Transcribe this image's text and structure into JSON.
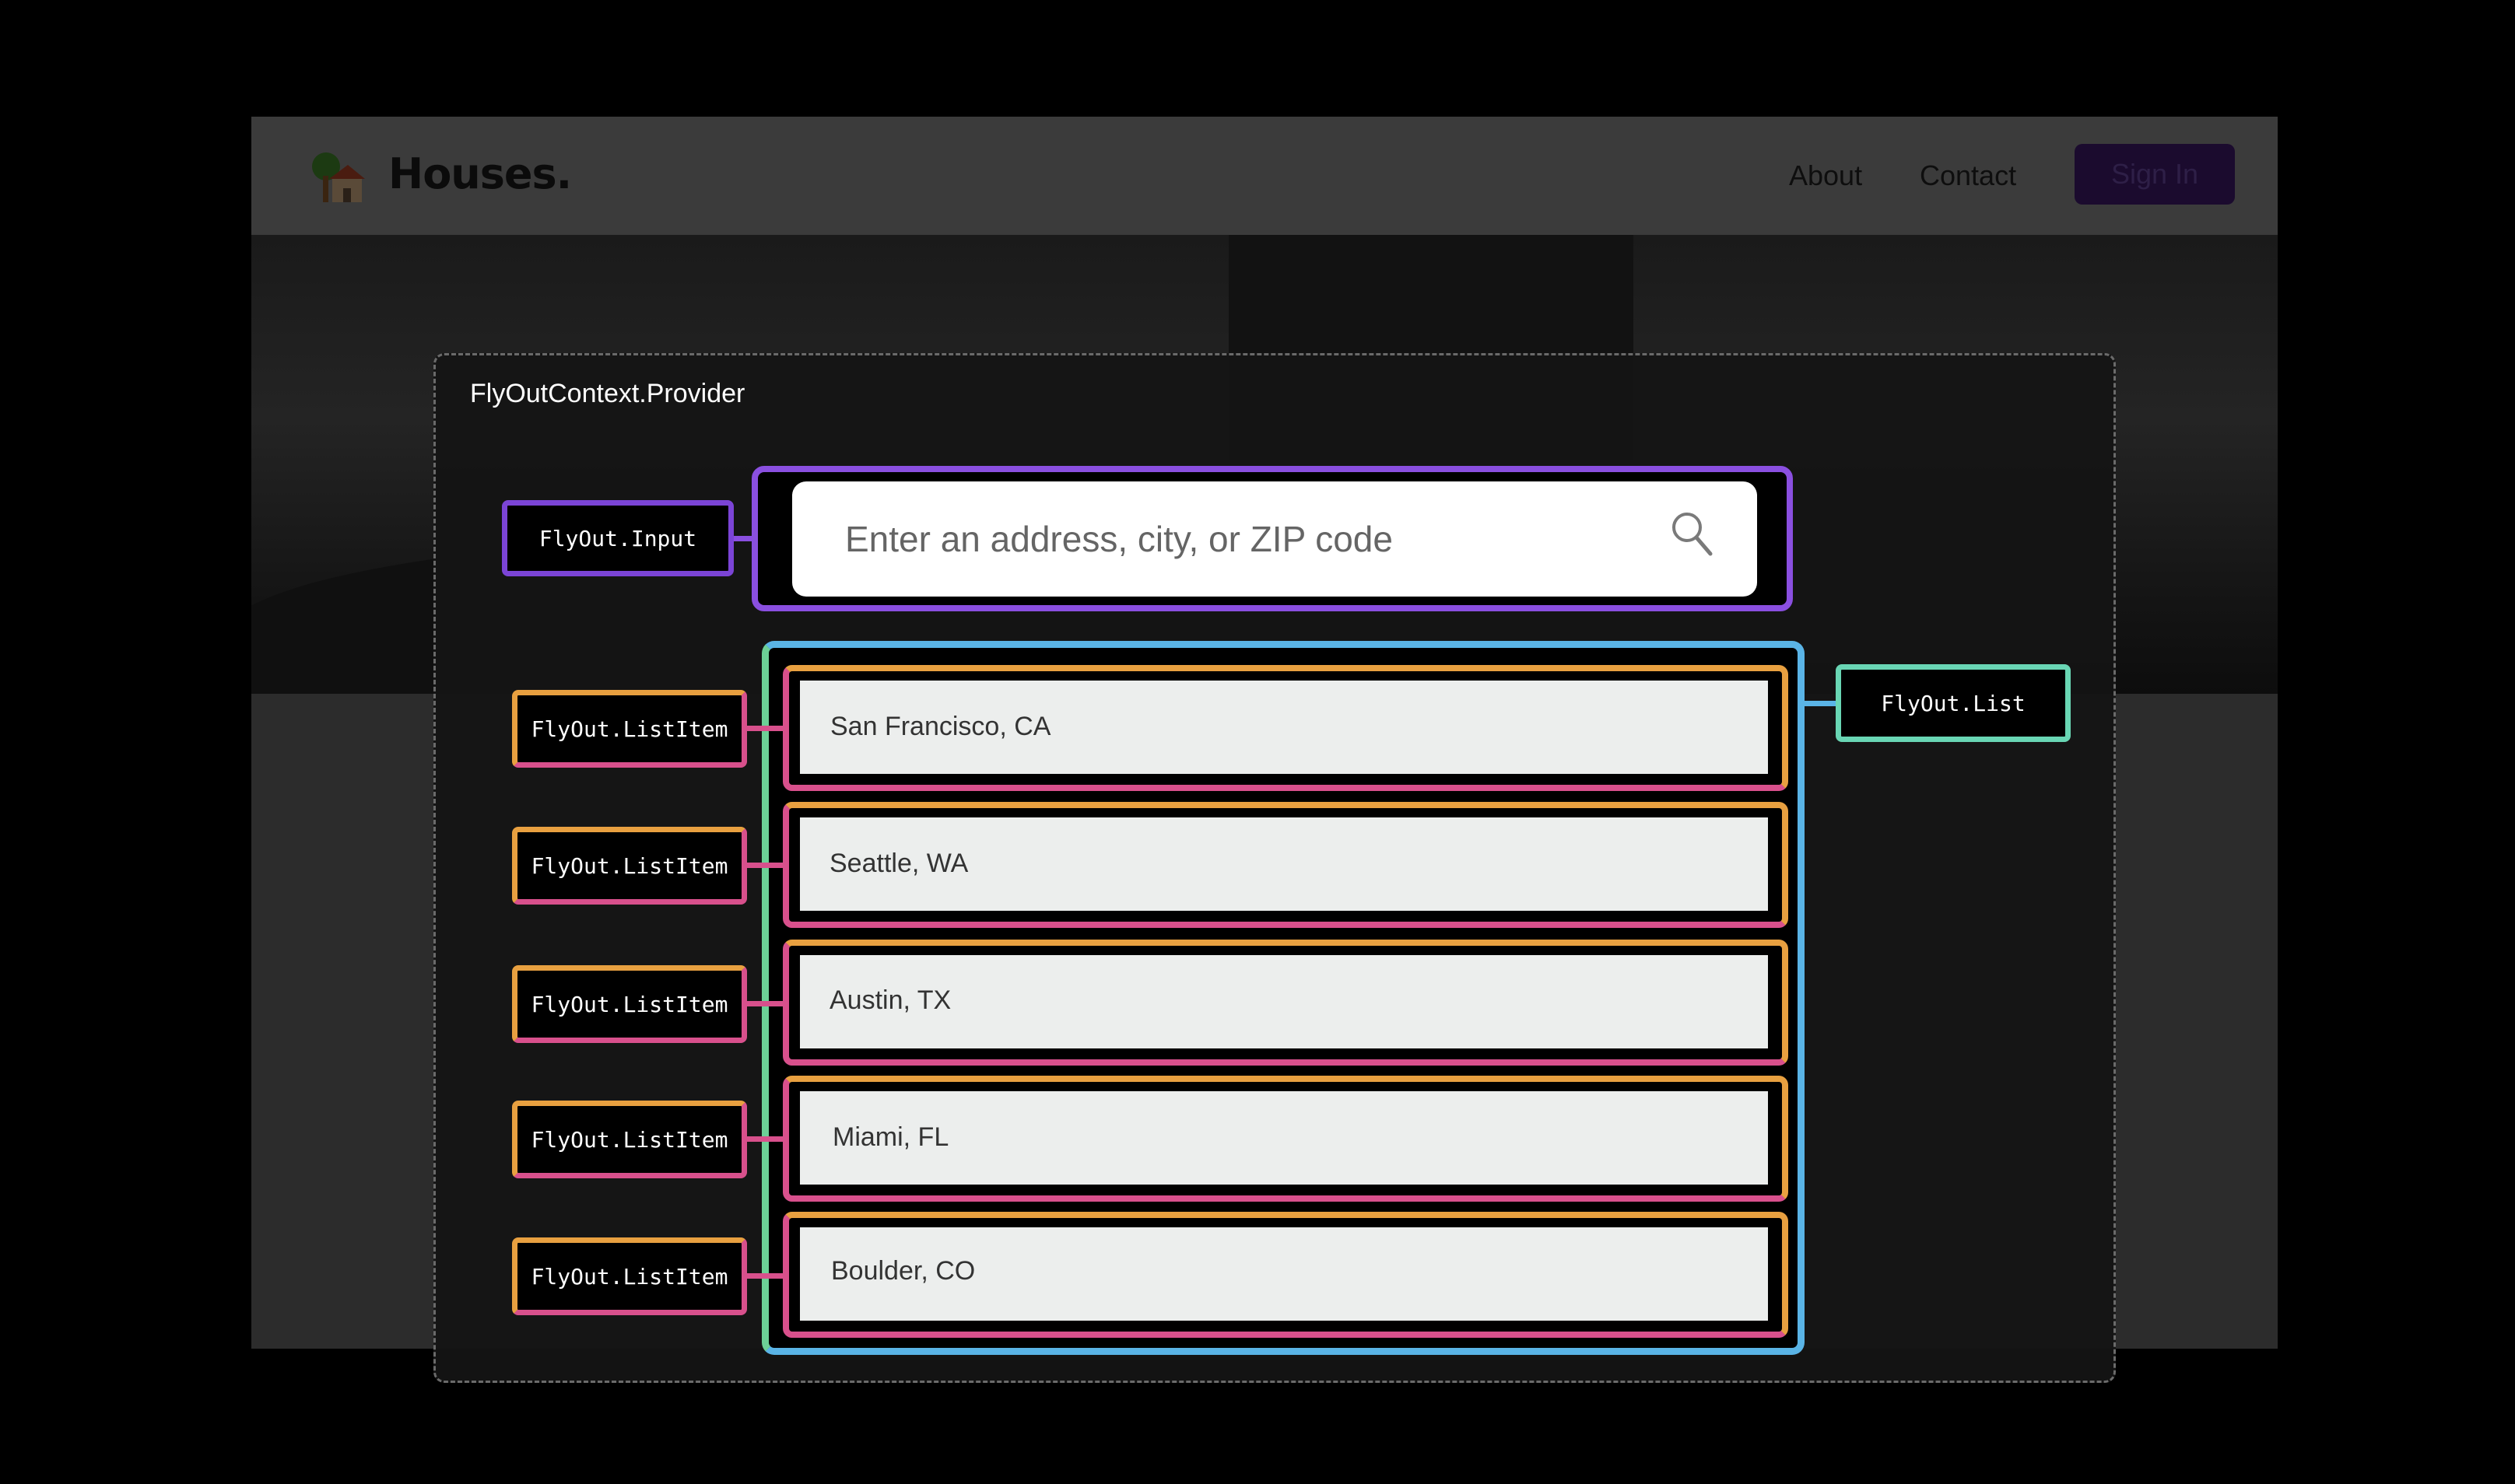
{
  "site": {
    "brand": "Houses.",
    "nav": {
      "about": "About",
      "contact": "Contact",
      "sign_in": "Sign In"
    },
    "logo_icon": "house-tree-icon"
  },
  "diagram": {
    "provider_label": "FlyOutContext.Provider",
    "input_tag": "FlyOut.Input",
    "list_tag": "FlyOut.List",
    "list_item_tag": "FlyOut.ListItem",
    "search": {
      "placeholder": "Enter an address, city, or ZIP code",
      "icon": "search-icon"
    },
    "items": [
      "San Francisco, CA",
      "Seattle, WA",
      "Austin, TX",
      "Miami, FL",
      "Boulder, CO"
    ]
  },
  "colors": {
    "input_border": "#8a4fe0",
    "list_border_left": "#6cd096",
    "list_border_right": "#5ab4e6",
    "item_border_orange": "#e8a040",
    "item_border_pink": "#d8508c",
    "list_tag_border": "#69d6b4",
    "sign_in_bg": "#1b0b2e"
  }
}
